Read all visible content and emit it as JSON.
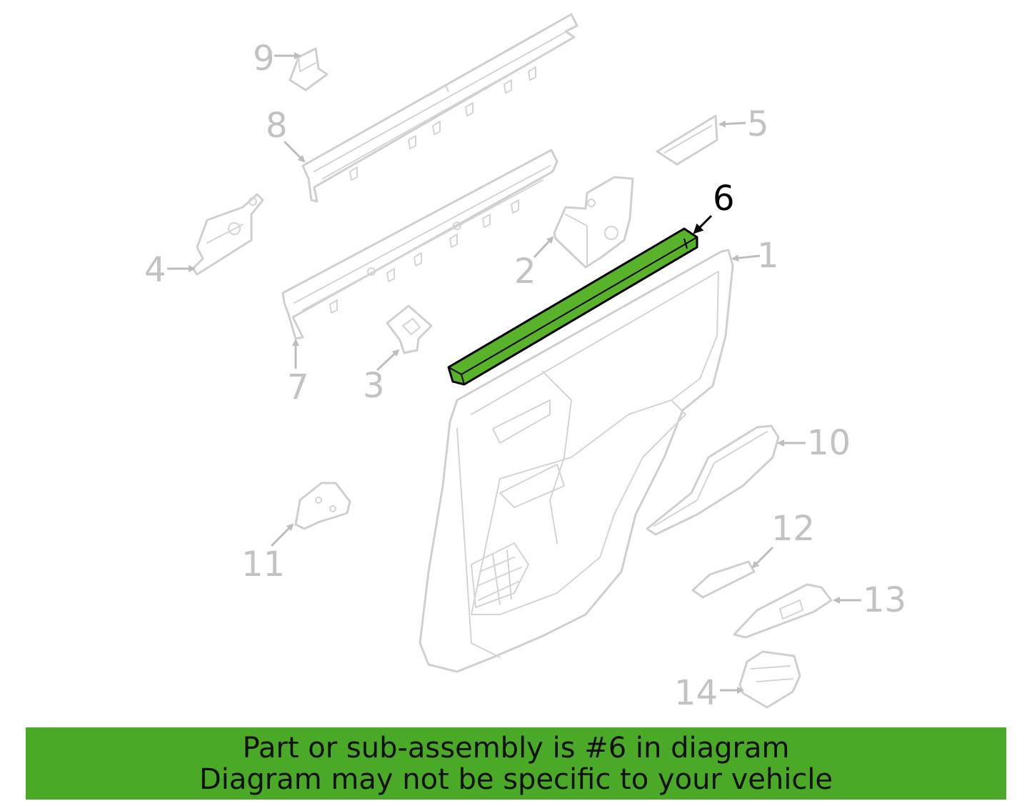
{
  "callouts": {
    "c1": "1",
    "c2": "2",
    "c3": "3",
    "c4": "4",
    "c5": "5",
    "c6": "6",
    "c7": "7",
    "c8": "8",
    "c9": "9",
    "c10": "10",
    "c11": "11",
    "c12": "12",
    "c13": "13",
    "c14": "14"
  },
  "highlight": {
    "part": "6",
    "color": "#59b32a"
  },
  "banner": {
    "line1": "Part or sub-assembly is #6 in diagram",
    "line2": "Diagram may not be specific to your vehicle",
    "color": "#4aaa27"
  }
}
